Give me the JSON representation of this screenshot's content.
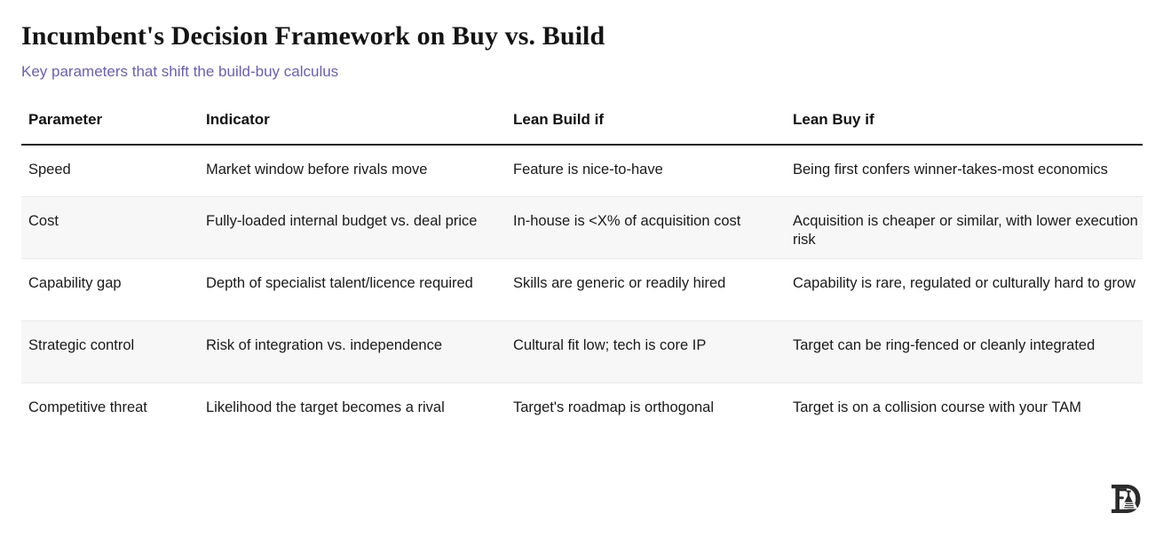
{
  "header": {
    "title": "Incumbent's Decision Framework on Buy vs. Build",
    "subtitle": "Key parameters that shift the build-buy calculus",
    "subtitle_color": "#6d5fae"
  },
  "table": {
    "columns": [
      "Parameter",
      "Indicator",
      "Lean Build if",
      "Lean Buy if"
    ],
    "rows": [
      {
        "parameter": "Speed",
        "indicator": "Market window before rivals move",
        "lean_build_if": "Feature is nice-to-have",
        "lean_buy_if": "Being first confers winner-takes-most economics"
      },
      {
        "parameter": "Cost",
        "indicator": "Fully-loaded internal budget vs. deal price",
        "lean_build_if": "In-house is <X% of acquisition cost",
        "lean_buy_if": "Acquisition is cheaper or similar, with lower execution risk"
      },
      {
        "parameter": "Capability gap",
        "indicator": "Depth of specialist talent/licence required",
        "lean_build_if": "Skills are generic or readily hired",
        "lean_buy_if": "Capability is rare, regulated or culturally hard to grow"
      },
      {
        "parameter": "Strategic control",
        "indicator": "Risk of integration vs. independence",
        "lean_build_if": "Cultural fit low; tech is core IP",
        "lean_buy_if": "Target can be ring-fenced or cleanly integrated"
      },
      {
        "parameter": "Competitive threat",
        "indicator": "Likelihood the target becomes a rival",
        "lean_build_if": "Target's roadmap is orthogonal",
        "lean_buy_if": "Target is on a collision course with your TAM"
      }
    ]
  },
  "footer": {
    "logo_name": "publication-monogram-logo"
  }
}
